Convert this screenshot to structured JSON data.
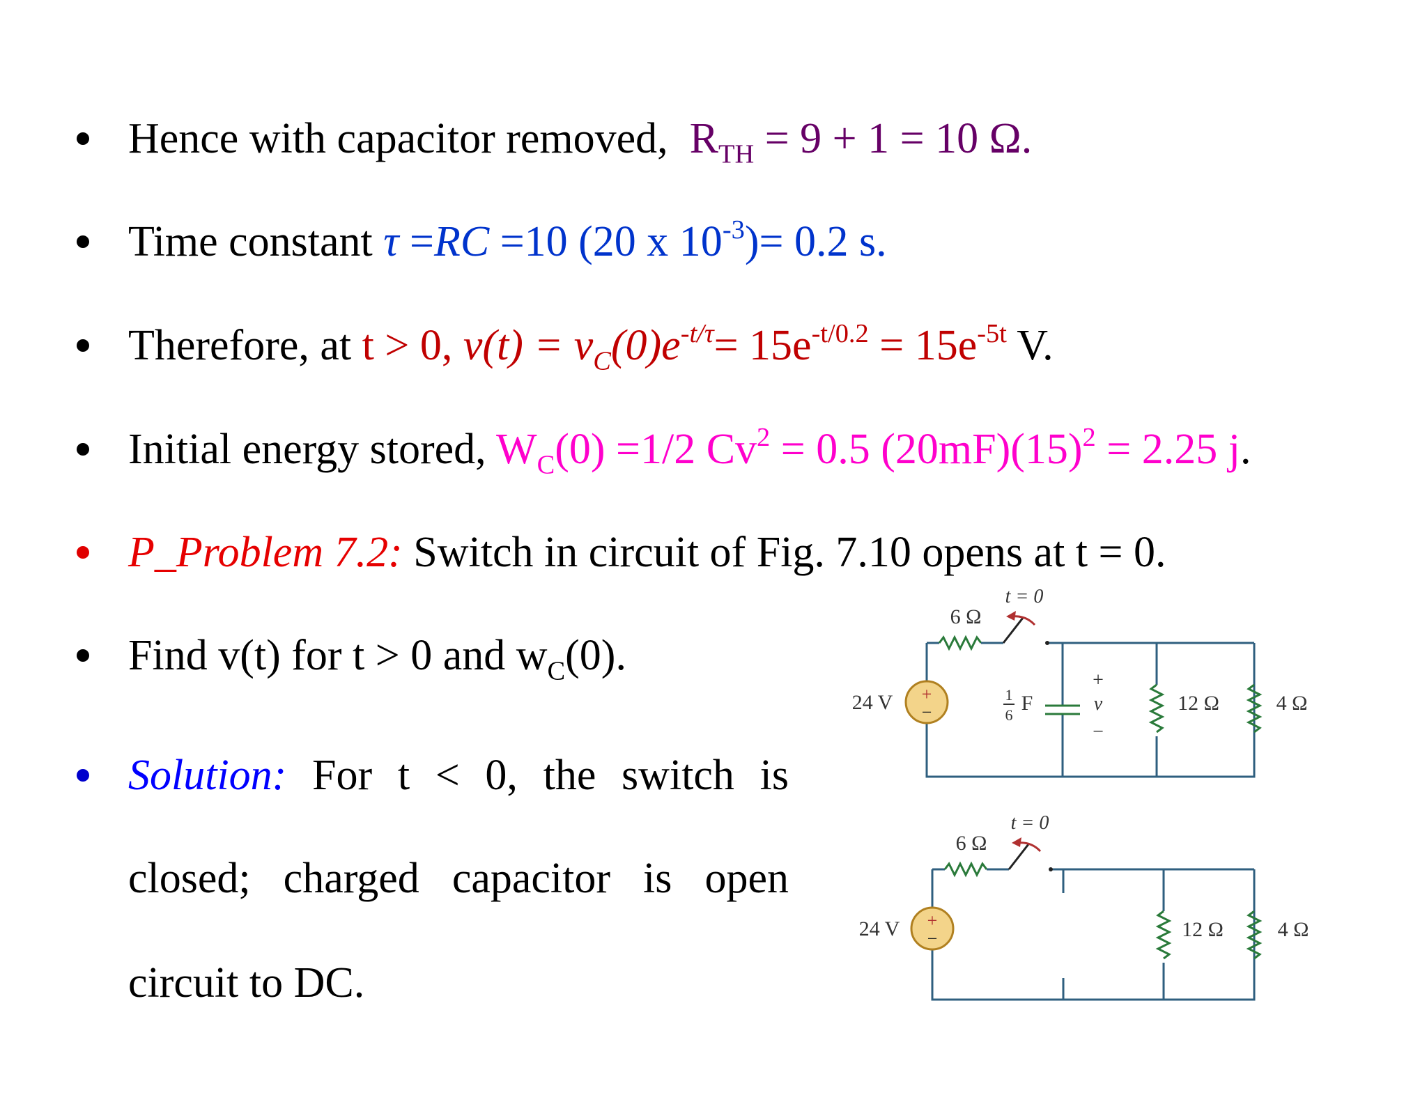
{
  "bullets": {
    "b1": {
      "prefix": "Hence with capacitor removed,",
      "r": "R",
      "r_sub": "TH",
      "rest": " = 9 + 1 = 10 Ω."
    },
    "b2": {
      "prefix": "Time constant ",
      "tau": "τ",
      "eq": " =",
      "rc": "RC",
      "rest": " =10 (20 x 10",
      "exp": "-3",
      "tail": ")= 0.2 s."
    },
    "b3": {
      "prefix": "Therefore, at ",
      "t_gt": "t > 0, ",
      "vt": "v(t) = v",
      "vt_sub": "C",
      "vt_tail": "(0)e",
      "exp1": "-t/τ",
      "mid": "= 15e",
      "exp2": "-t/0.2",
      "mid2": " = 15e",
      "exp3": "-5t",
      "end": " V."
    },
    "b4": {
      "prefix": "Initial energy stored, ",
      "w": "W",
      "w_sub": "C",
      "w_rest": "(0) =1/2 Cv",
      "sq1": "2",
      "mid": " = 0.5 (20mF)(15)",
      "sq2": "2",
      "end": " = 2.25 j",
      "dot": "."
    },
    "b5": {
      "label": "P_Problem 7.2:",
      "rest": " Switch in circuit of Fig. 7.10 opens at t = 0."
    },
    "b6": {
      "prefix": "Find v(t) for t > 0 and w",
      "sub": "C",
      "rest": "(0)."
    },
    "b7": {
      "label": "Solution:",
      "line1_words": [
        "For",
        "t",
        "<",
        "0,",
        "the",
        "switch",
        "is"
      ],
      "line2_words": [
        "closed;",
        "charged",
        "capacitor",
        "is",
        "open"
      ],
      "line3": "circuit to DC."
    }
  },
  "circuit_top": {
    "switch_label": "t = 0",
    "r1": "6 Ω",
    "source": "24 V",
    "source_plus": "+",
    "source_minus": "−",
    "cap_num": "1",
    "cap_den": "6",
    "cap_unit": "F",
    "v_plus": "+",
    "v_label": "v",
    "v_minus": "−",
    "r2": "12 Ω",
    "r3": "4 Ω"
  },
  "circuit_bottom": {
    "switch_label": "t = 0",
    "r1": "6 Ω",
    "source": "24 V",
    "source_plus": "+",
    "source_minus": "−",
    "r2": "12 Ω",
    "r3": "4 Ω"
  },
  "colors": {
    "wire": "#2f5f7f",
    "switch_arrow": "#b03030",
    "source_fill": "#f3d48a",
    "source_stroke": "#b08020"
  }
}
